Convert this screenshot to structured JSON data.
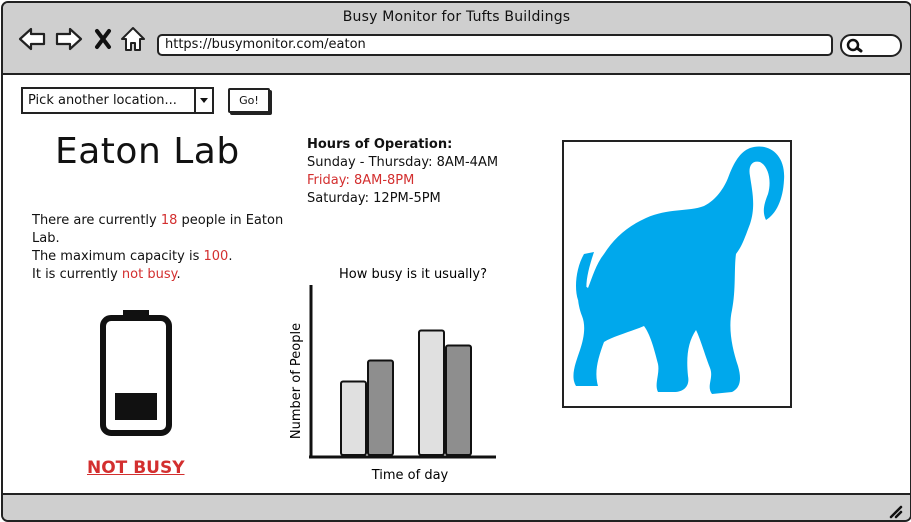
{
  "window": {
    "title": "Busy Monitor for Tufts Buildings",
    "url": "https://busymonitor.com/eaton"
  },
  "icons": {
    "back": "back-arrow-icon",
    "forward": "forward-arrow-icon",
    "stop": "close-icon",
    "home": "home-icon",
    "search": "search-icon",
    "resize": "resize-grip-icon",
    "battery": "battery-icon",
    "mascot": "elephant-image"
  },
  "location_picker": {
    "placeholder": "Pick another location...",
    "go_label": "Go!"
  },
  "building": {
    "name": "Eaton Lab",
    "status": {
      "line1_pre": "There are currently ",
      "current_count": "18",
      "line1_post": " people in Eaton Lab.",
      "line2_pre": "The maximum capacity is ",
      "capacity": "100",
      "line2_post": ".",
      "line3_pre": "It is currently ",
      "busy_status": "not busy",
      "line3_post": "."
    },
    "busy_label": "NOT BUSY"
  },
  "hours": {
    "heading": "Hours of Operation:",
    "weekday": "Sunday - Thursday: 8AM-4AM",
    "friday": "Friday: 8AM-8PM",
    "saturday": "Saturday: 12PM-5PM"
  },
  "colors": {
    "accent_red": "#d32f2f",
    "elephant_blue": "#00a8ec",
    "light_bar": "#e0e0e0",
    "dark_bar": "#8e8e8e"
  },
  "chart_data": {
    "type": "bar",
    "title": "How busy is it usually?",
    "xlabel": "Time of day",
    "ylabel": "Number of People",
    "categories": [
      "",
      ""
    ],
    "series": [
      {
        "values": [
          0.49,
          0.83
        ]
      },
      {
        "values": [
          0.63,
          0.73
        ]
      }
    ],
    "ylim": [
      0,
      1
    ],
    "grid": false
  }
}
